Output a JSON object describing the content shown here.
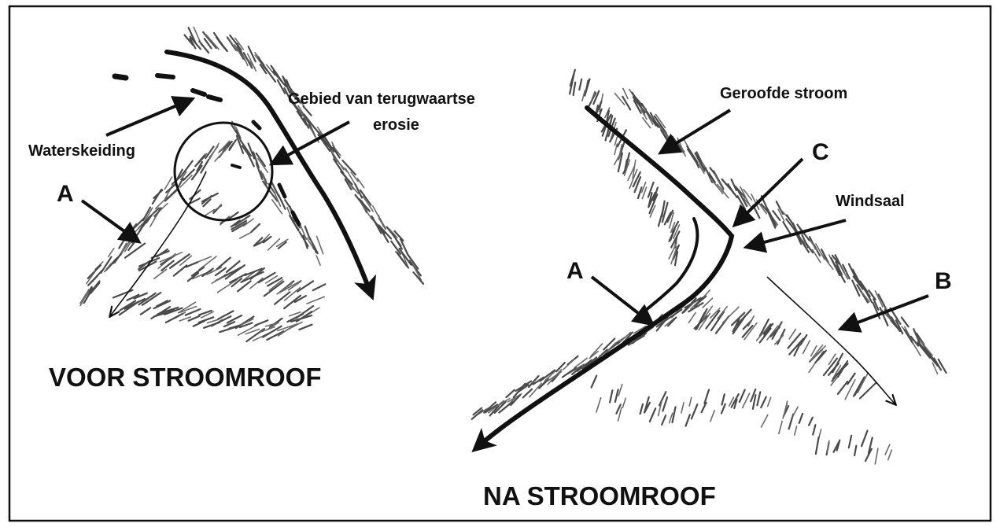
{
  "diagram": {
    "left": {
      "title": "VOOR STROOMROOF",
      "labels": {
        "watershed": "Waterskeiding",
        "erosion_line1": "Gebied van terugwaartse",
        "erosion_line2": "erosie",
        "letter_a": "A"
      }
    },
    "right": {
      "title": "NA STROOMROOF",
      "labels": {
        "captured_stream": "Geroofde stroom",
        "wind_gap": "Windsaal",
        "letter_a": "A",
        "letter_b": "B",
        "letter_c": "C"
      }
    }
  }
}
